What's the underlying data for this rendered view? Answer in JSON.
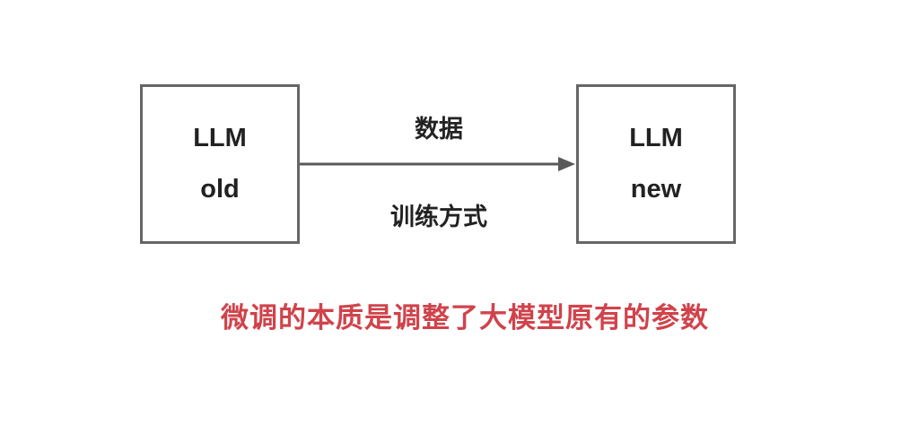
{
  "nodes": {
    "old": {
      "line1": "LLM",
      "line2": "old"
    },
    "new": {
      "line1": "LLM",
      "line2": "new"
    }
  },
  "edge": {
    "label_top": "数据",
    "label_bottom": "训练方式"
  },
  "caption": "微调的本质是调整了大模型原有的参数",
  "colors": {
    "caption": "#d0434b",
    "stroke": "#666666"
  }
}
